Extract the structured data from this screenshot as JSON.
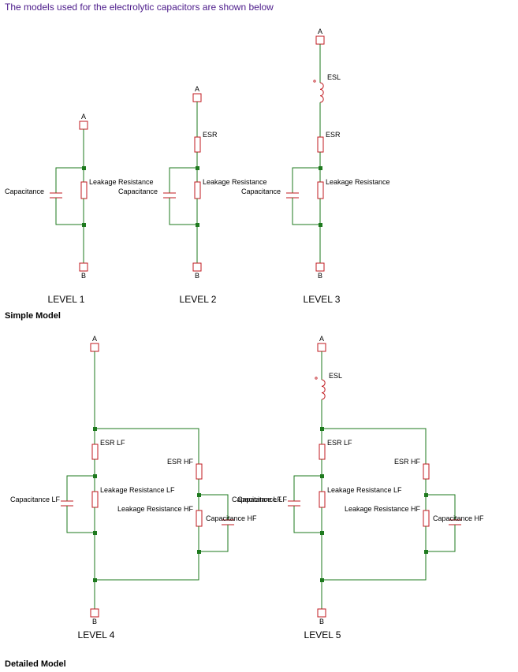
{
  "intro": "The models used for the electrolytic capacitors are shown below",
  "pins": {
    "a": "A",
    "b": "B"
  },
  "labels": {
    "capacitance": "Capacitance",
    "leakage_resistance": "Leakage Resistance",
    "esr": "ESR",
    "esl": "ESL",
    "esr_lf": "ESR LF",
    "esr_hf": "ESR HF",
    "capacitance_lf": "Capacitance LF",
    "capacitance_hf": "Capacitance HF",
    "leakage_resistance_lf": "Leakage Resistance LF",
    "leakage_resistance_hf": "Leakage Resistance HF"
  },
  "levels": [
    "LEVEL 1",
    "LEVEL 2",
    "LEVEL 3",
    "LEVEL 4",
    "LEVEL 5"
  ],
  "sections": {
    "simple": "Simple Model",
    "detailed": "Detailed Model"
  },
  "colors": {
    "wire": "#1e7a1e",
    "component": "#c0191f",
    "intro_text": "#4b1a8a"
  }
}
